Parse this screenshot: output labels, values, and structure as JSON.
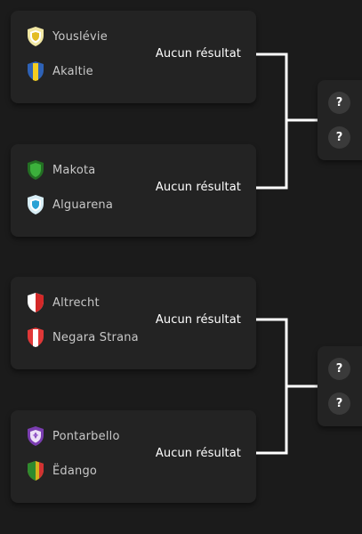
{
  "matches": [
    {
      "result": "Aucun résultat",
      "teams": [
        {
          "name": "Youslévie",
          "icon": "yellow-shield-icon",
          "colors": [
            "#f3e9a6",
            "#e6c22b"
          ]
        },
        {
          "name": "Akaltie",
          "icon": "blue-yellow-shield-icon",
          "colors": [
            "#2f63b8",
            "#f2cc1f"
          ]
        }
      ]
    },
    {
      "result": "Aucun résultat",
      "teams": [
        {
          "name": "Makota",
          "icon": "green-shield-icon",
          "colors": [
            "#2a8a2a",
            "#39b039"
          ]
        },
        {
          "name": "Alguarena",
          "icon": "light-blue-shield-icon",
          "colors": [
            "#cfe9f3",
            "#2aa3d6"
          ]
        }
      ]
    },
    {
      "result": "Aucun résultat",
      "teams": [
        {
          "name": "Altrecht",
          "icon": "red-white-shield-icon",
          "colors": [
            "#d72b2b",
            "#ffffff"
          ]
        },
        {
          "name": "Negara Strana",
          "icon": "red-white-shield-icon",
          "colors": [
            "#e03a3a",
            "#ffffff"
          ]
        }
      ]
    },
    {
      "result": "Aucun résultat",
      "teams": [
        {
          "name": "Pontarbello",
          "icon": "purple-shield-icon",
          "colors": [
            "#7a3fb0",
            "#e9dcf5"
          ]
        },
        {
          "name": "Ëdango",
          "icon": "green-yellow-red-shield-icon",
          "colors": [
            "#2f8a2f",
            "#d8b21e"
          ]
        }
      ]
    }
  ],
  "next_round": [
    {
      "slots": [
        "?",
        "?"
      ]
    },
    {
      "slots": [
        "?",
        "?"
      ]
    }
  ]
}
